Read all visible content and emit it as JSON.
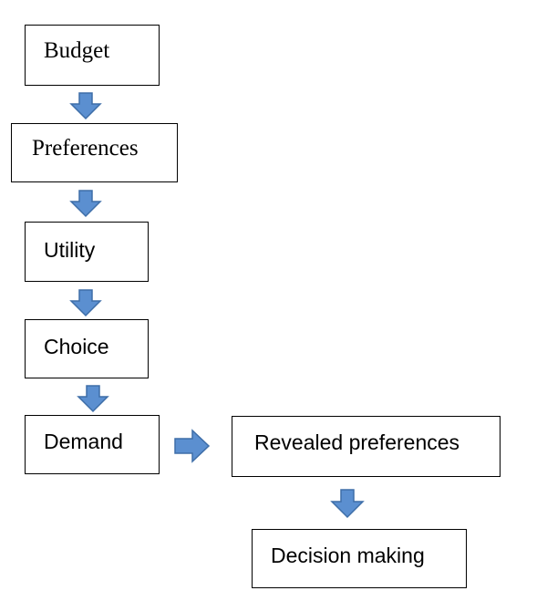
{
  "diagram": {
    "nodes": [
      {
        "id": "budget",
        "label": "Budget"
      },
      {
        "id": "preferences",
        "label": "Preferences"
      },
      {
        "id": "utility",
        "label": "Utility"
      },
      {
        "id": "choice",
        "label": "Choice"
      },
      {
        "id": "demand",
        "label": "Demand"
      },
      {
        "id": "revealed",
        "label": "Revealed preferences"
      },
      {
        "id": "decision",
        "label": "Decision making"
      }
    ],
    "edges": [
      {
        "from": "budget",
        "to": "preferences"
      },
      {
        "from": "preferences",
        "to": "utility"
      },
      {
        "from": "utility",
        "to": "choice"
      },
      {
        "from": "choice",
        "to": "demand"
      },
      {
        "from": "demand",
        "to": "revealed"
      },
      {
        "from": "revealed",
        "to": "decision"
      }
    ],
    "arrow_fill": "#5b8fd0",
    "arrow_stroke": "#3e6ea8",
    "box_border": "#000000"
  }
}
